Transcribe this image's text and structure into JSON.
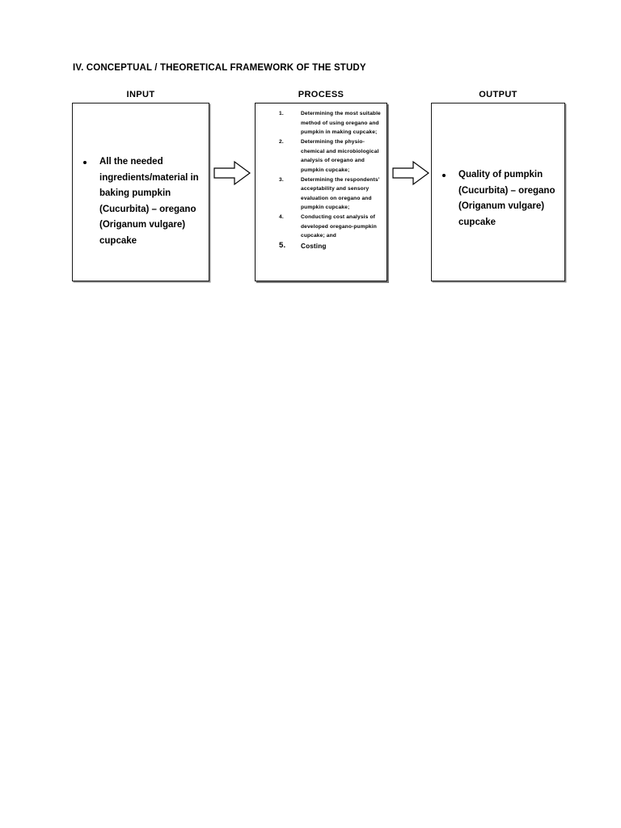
{
  "document": {
    "title": "IV. CONCEPTUAL / THEORETICAL FRAMEWORK OF THE STUDY"
  },
  "colors": {
    "text": "#000000",
    "border": "#1a1a1a",
    "process_border": "#0d0d0d",
    "shadow": "#8c8c8c",
    "background": "#ffffff"
  },
  "columns": {
    "input_header": "INPUT",
    "process_header": "PROCESS",
    "output_header": "OUTPUT"
  },
  "input_box": {
    "items": [
      "All the needed ingredients/material in baking pumpkin (Cucurbita) – oregano (Origanum vulgare) cupcake"
    ]
  },
  "process_box": {
    "items": [
      {
        "number": "1.",
        "text": "Determining the most suitable method of using oregano and pumpkin in making cupcake;"
      },
      {
        "number": "2.",
        "text": "Determining the physio-chemical and microbiological analysis of oregano and pumpkin cupcake;"
      },
      {
        "number": "3.",
        "text": "Determining the respondents’ acceptability and sensory evaluation on oregano and pumpkin cupcake;"
      },
      {
        "number": "4.",
        "text": "Conducting cost analysis of developed oregano-pumpkin cupcake; and"
      },
      {
        "number": "5.",
        "text": "Costing"
      }
    ]
  },
  "output_box": {
    "items": [
      "Quality of pumpkin (Cucurbita) – oregano (Origanum vulgare) cupcake"
    ]
  },
  "arrows": {
    "input_to_process": "right-arrow",
    "process_to_output": "right-arrow"
  }
}
